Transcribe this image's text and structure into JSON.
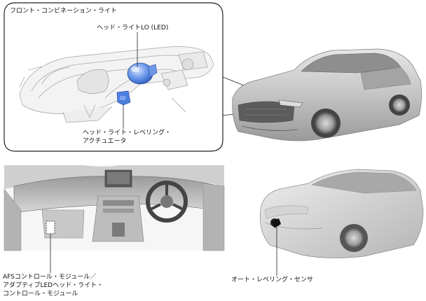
{
  "labels": {
    "front_combination_light": "フロント・コンビネーション・ライト",
    "headlight_lo": "ヘッド・ライトLO (LED)",
    "leveling_actuator_line1": "ヘッド・ライト・レベリング・",
    "leveling_actuator_line2": "アクチュエータ",
    "afs_module_line1": "AFSコントロール・モジュール／",
    "afs_module_line2": "アダプティブLEDヘッド・ライト・",
    "afs_module_line3": "コントロール・モジュール",
    "auto_leveling_sensor": "オート・レベリング・センサ"
  },
  "colors": {
    "highlight_blue": "#4d7fe0",
    "outline": "#222222",
    "body_gray": "#bdbdbd"
  }
}
